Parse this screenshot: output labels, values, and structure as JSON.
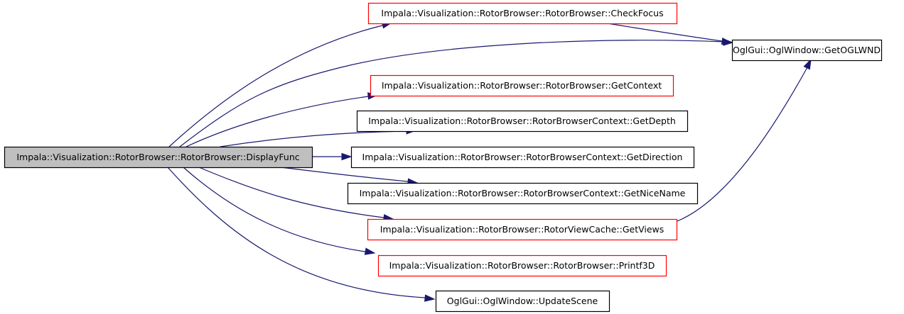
{
  "diagram": {
    "colors": {
      "edge": "#191970",
      "root_fill": "#bfbfbf",
      "node_border_default": "#000000",
      "node_border_truncated": "#ff0000"
    },
    "nodes": [
      {
        "id": "displayfunc",
        "label": "Impala::Visualization::RotorBrowser::RotorBrowser::DisplayFunc",
        "border": "black",
        "root": true
      },
      {
        "id": "checkfocus",
        "label": "Impala::Visualization::RotorBrowser::RotorBrowser::CheckFocus",
        "border": "red"
      },
      {
        "id": "getoglwnd",
        "label": "OglGui::OglWindow::GetOGLWND",
        "border": "black"
      },
      {
        "id": "getcontext",
        "label": "Impala::Visualization::RotorBrowser::RotorBrowser::GetContext",
        "border": "red"
      },
      {
        "id": "getdepth",
        "label": "Impala::Visualization::RotorBrowser::RotorBrowserContext::GetDepth",
        "border": "black"
      },
      {
        "id": "getdirection",
        "label": "Impala::Visualization::RotorBrowser::RotorBrowserContext::GetDirection",
        "border": "black"
      },
      {
        "id": "getnicename",
        "label": "Impala::Visualization::RotorBrowser::RotorBrowserContext::GetNiceName",
        "border": "black"
      },
      {
        "id": "getviews",
        "label": "Impala::Visualization::RotorBrowser::RotorViewCache::GetViews",
        "border": "red"
      },
      {
        "id": "printf3d",
        "label": "Impala::Visualization::RotorBrowser::RotorBrowser::Printf3D",
        "border": "red"
      },
      {
        "id": "updatescene",
        "label": "OglGui::OglWindow::UpdateScene",
        "border": "black"
      }
    ],
    "edges": [
      {
        "from": "displayfunc",
        "to": "checkfocus"
      },
      {
        "from": "displayfunc",
        "to": "getoglwnd"
      },
      {
        "from": "displayfunc",
        "to": "getcontext"
      },
      {
        "from": "displayfunc",
        "to": "getdepth"
      },
      {
        "from": "displayfunc",
        "to": "getdirection"
      },
      {
        "from": "displayfunc",
        "to": "getnicename"
      },
      {
        "from": "displayfunc",
        "to": "getviews"
      },
      {
        "from": "displayfunc",
        "to": "printf3d"
      },
      {
        "from": "displayfunc",
        "to": "updatescene"
      },
      {
        "from": "checkfocus",
        "to": "getoglwnd"
      },
      {
        "from": "getviews",
        "to": "getoglwnd"
      }
    ]
  }
}
